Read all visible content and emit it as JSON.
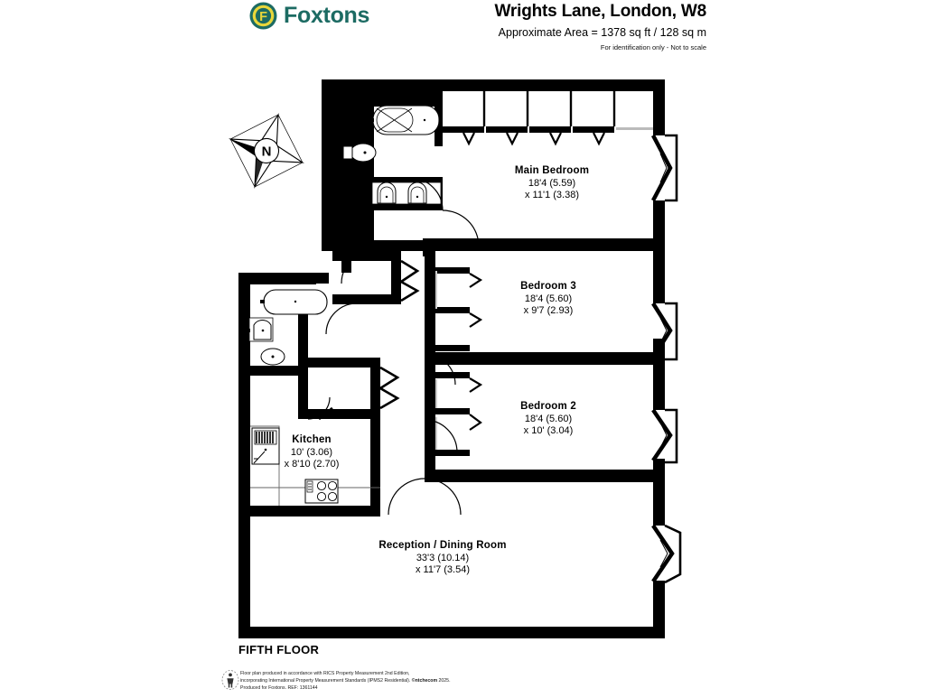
{
  "header": {
    "brand": "Foxtons",
    "brand_letter": "F",
    "brand_color": "#1c6b63",
    "brand_ring_color": "#e8d63a",
    "title": "Wrights Lane, London, W8",
    "area": "Approximate Area = 1378 sq ft / 128 sq m",
    "note": "For identification only - Not to scale"
  },
  "compass": {
    "label": "N"
  },
  "rooms": [
    {
      "id": "main-bedroom",
      "name": "Main Bedroom",
      "dim_imperial": "18'4 (5.59)",
      "dim_imperial_2": "x 11'1 (3.38)"
    },
    {
      "id": "bedroom-3",
      "name": "Bedroom 3",
      "dim_imperial": "18'4 (5.60)",
      "dim_imperial_2": "x 9'7 (2.93)"
    },
    {
      "id": "bedroom-2",
      "name": "Bedroom 2",
      "dim_imperial": "18'4 (5.60)",
      "dim_imperial_2": "x 10' (3.04)"
    },
    {
      "id": "kitchen",
      "name": "Kitchen",
      "dim_imperial": "10' (3.06)",
      "dim_imperial_2": "x 8'10 (2.70)"
    },
    {
      "id": "reception-dining-room",
      "name": "Reception / Dining Room",
      "dim_imperial": "33'3 (10.14)",
      "dim_imperial_2": "x 11'7 (3.54)"
    }
  ],
  "footer": {
    "floor_name": "FIFTH FLOOR",
    "disclaimer_line1": "Floor plan produced in accordance with RICS Property Measurement 2nd Edition,",
    "disclaimer_line2a": "incorporating International Property Measurement Standards (IPMS2 Residential).",
    "disclaimer_copyright": "©ntchecom",
    "disclaimer_year": "2025.",
    "disclaimer_line3": "Produced for Foxtons.    REF: 1361144"
  }
}
